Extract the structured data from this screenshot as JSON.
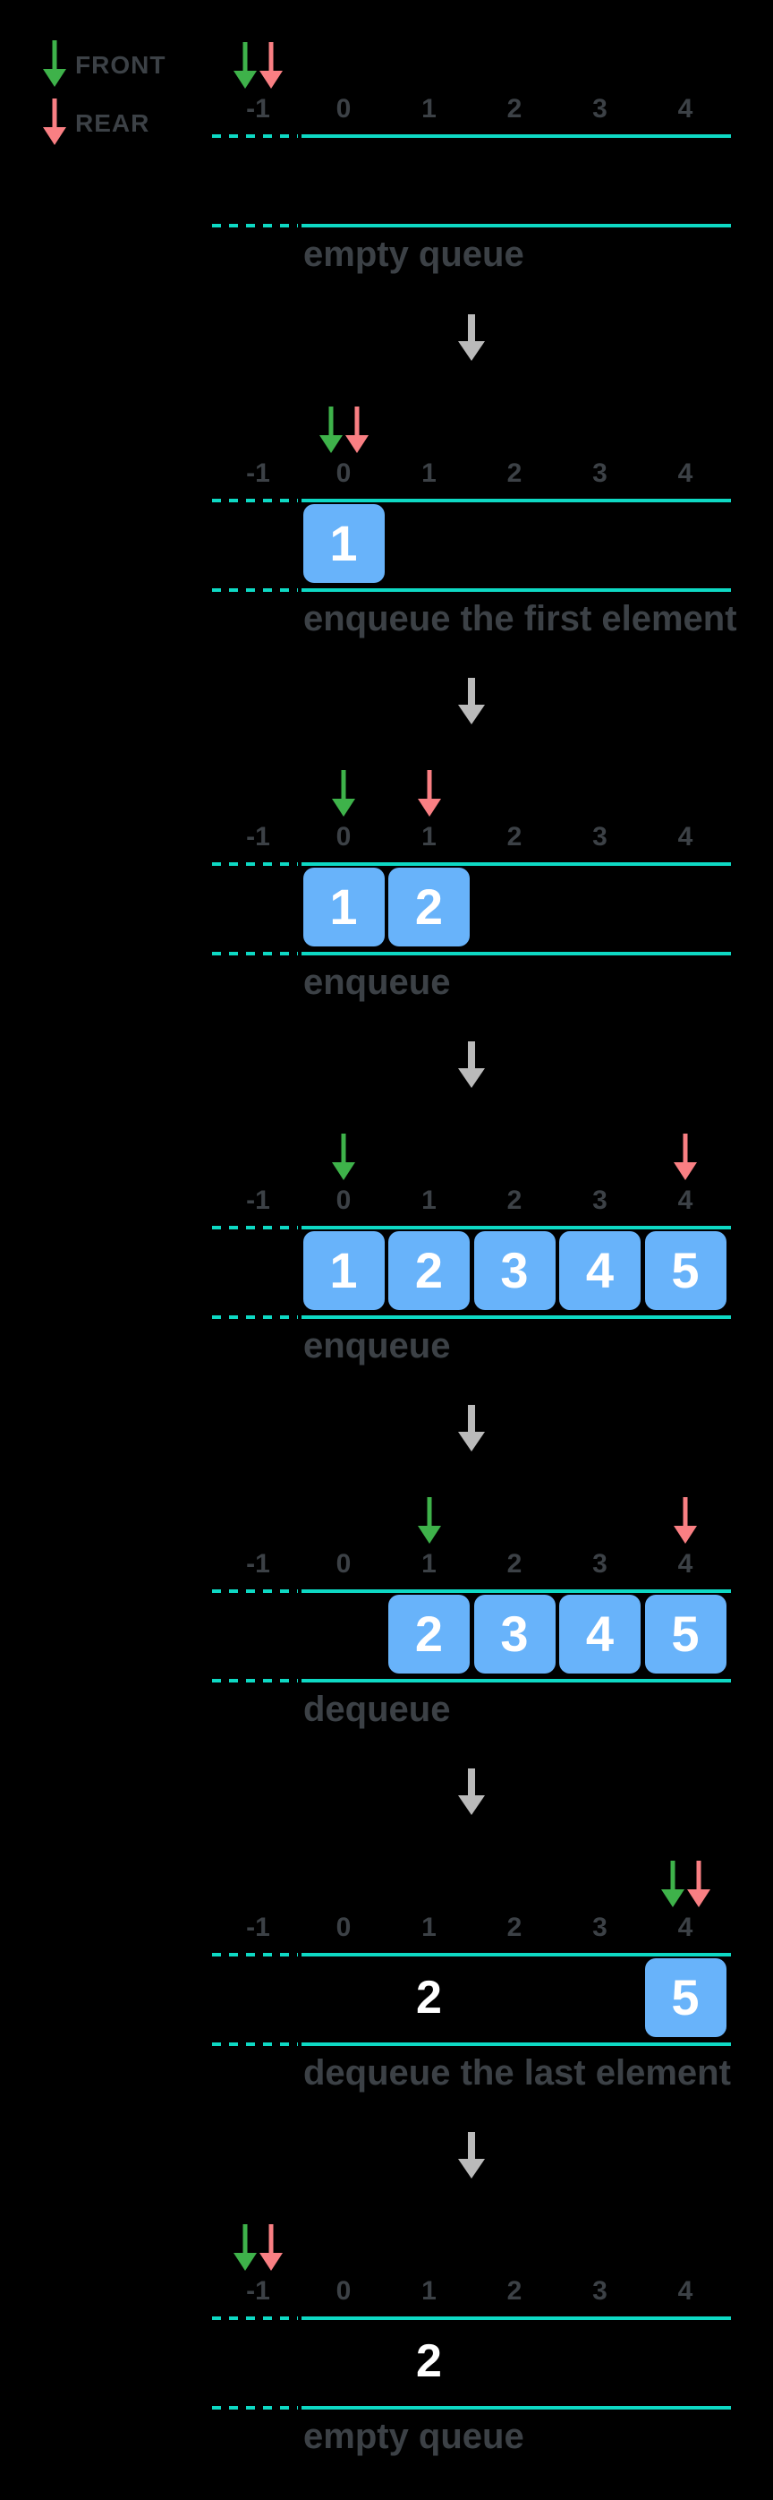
{
  "legend": {
    "front_label": "FRONT",
    "rear_label": "REAR"
  },
  "indices": [
    "-1",
    "0",
    "1",
    "2",
    "3",
    "4"
  ],
  "frames": [
    {
      "caption": "empty queue",
      "cells": [],
      "front": -1,
      "rear": -1,
      "floating": null
    },
    {
      "caption": "enqueue the first element",
      "cells": [
        {
          "index": 0,
          "value": "1"
        }
      ],
      "front": 0,
      "rear": 0,
      "floating": null
    },
    {
      "caption": "enqueue",
      "cells": [
        {
          "index": 0,
          "value": "1"
        },
        {
          "index": 1,
          "value": "2"
        }
      ],
      "front": 0,
      "rear": 1,
      "floating": null
    },
    {
      "caption": "enqueue",
      "cells": [
        {
          "index": 0,
          "value": "1"
        },
        {
          "index": 1,
          "value": "2"
        },
        {
          "index": 2,
          "value": "3"
        },
        {
          "index": 3,
          "value": "4"
        },
        {
          "index": 4,
          "value": "5"
        }
      ],
      "front": 0,
      "rear": 4,
      "floating": null
    },
    {
      "caption": "dequeue",
      "cells": [
        {
          "index": 1,
          "value": "2"
        },
        {
          "index": 2,
          "value": "3"
        },
        {
          "index": 3,
          "value": "4"
        },
        {
          "index": 4,
          "value": "5"
        }
      ],
      "front": 1,
      "rear": 4,
      "floating": null
    },
    {
      "caption": "dequeue the last element",
      "cells": [
        {
          "index": 4,
          "value": "5"
        }
      ],
      "front": 4,
      "rear": 4,
      "floating": {
        "value": "2",
        "index": 1
      }
    },
    {
      "caption": "empty queue",
      "cells": [],
      "front": -1,
      "rear": -1,
      "floating": {
        "value": "2",
        "index": 1
      }
    }
  ],
  "colors": {
    "background": "#000000",
    "boundary_teal": "#0ed9c4",
    "cell_blue": "#68b3fa",
    "front_green": "#3eb24a",
    "rear_red": "#f97f83",
    "transition_gray": "#bababa",
    "text_dark": "#3c4146",
    "value_white": "#ffffff"
  }
}
